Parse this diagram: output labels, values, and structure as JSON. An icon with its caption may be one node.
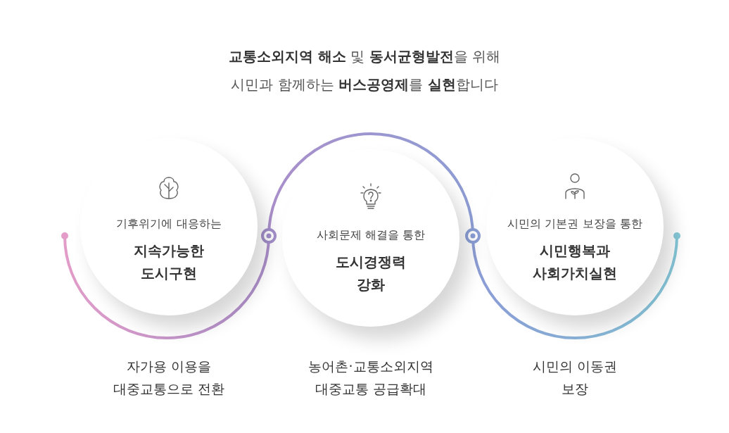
{
  "diagram": {
    "title": "**교통소외지역 해소** 및 **동서균형발전**을 위해 시민과 함께하는 **버스공영제**를 **실현**합니다",
    "nodes": [
      {
        "text": [
          "기후위기에 대응하는",
          "지속가능한 도시구현"
        ],
        "beside": [
          "자가용 이용을 대중교통으로 전환"
        ]
      },
      {
        "text": [
          "사회문제 해결을 통한",
          "도시경쟁력 강화"
        ],
        "beside": [
          "농어촌·교통소외지역 대중교통 공급확대"
        ]
      },
      {
        "text": [
          "시민의 기본권 보장을 통한",
          "시민행복과 사회가치실현"
        ],
        "beside": [
          "시민의 이동권 보장"
        ]
      }
    ]
  }
}
